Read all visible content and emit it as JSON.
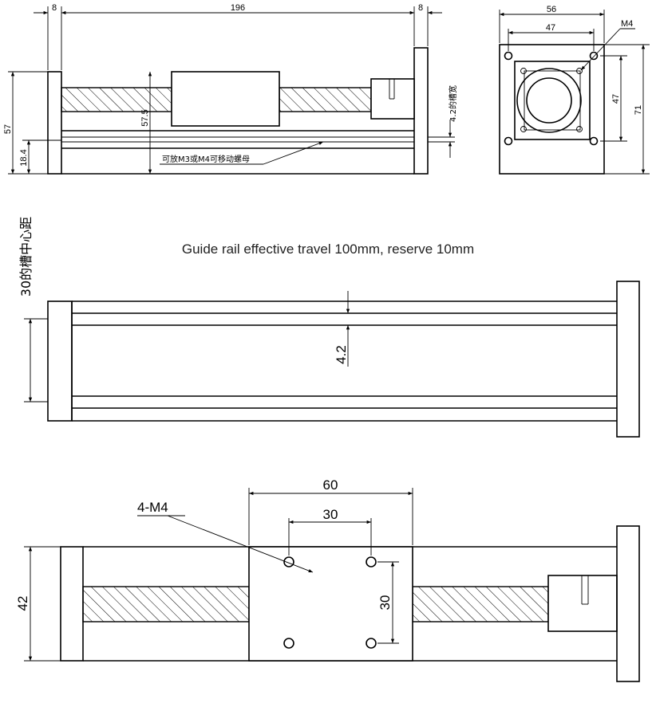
{
  "side_view": {
    "dim_left_plate": "8",
    "dim_length": "196",
    "dim_right_plate": "8",
    "dim_height": "57",
    "dim_rail_height": "18.4",
    "dim_center": "57.5",
    "slot_width_note": "4.2的槽宽",
    "nut_note": "可放M3或M4可移动螺母"
  },
  "end_view": {
    "dim_outer_width": "56",
    "dim_hole_width": "47",
    "dim_hole_height": "47",
    "dim_outer_height": "71",
    "thread_label": "M4"
  },
  "top_view": {
    "note": "Guide rail effective travel 100mm, reserve 10mm",
    "slot_distance_note": "30的槽中心距",
    "dim_slot": "4.2"
  },
  "carriage_view": {
    "dim_carriage_width": "60",
    "dim_hole_spacing_x": "30",
    "dim_hole_spacing_y": "30",
    "dim_height": "42",
    "hole_label": "4-M4"
  }
}
